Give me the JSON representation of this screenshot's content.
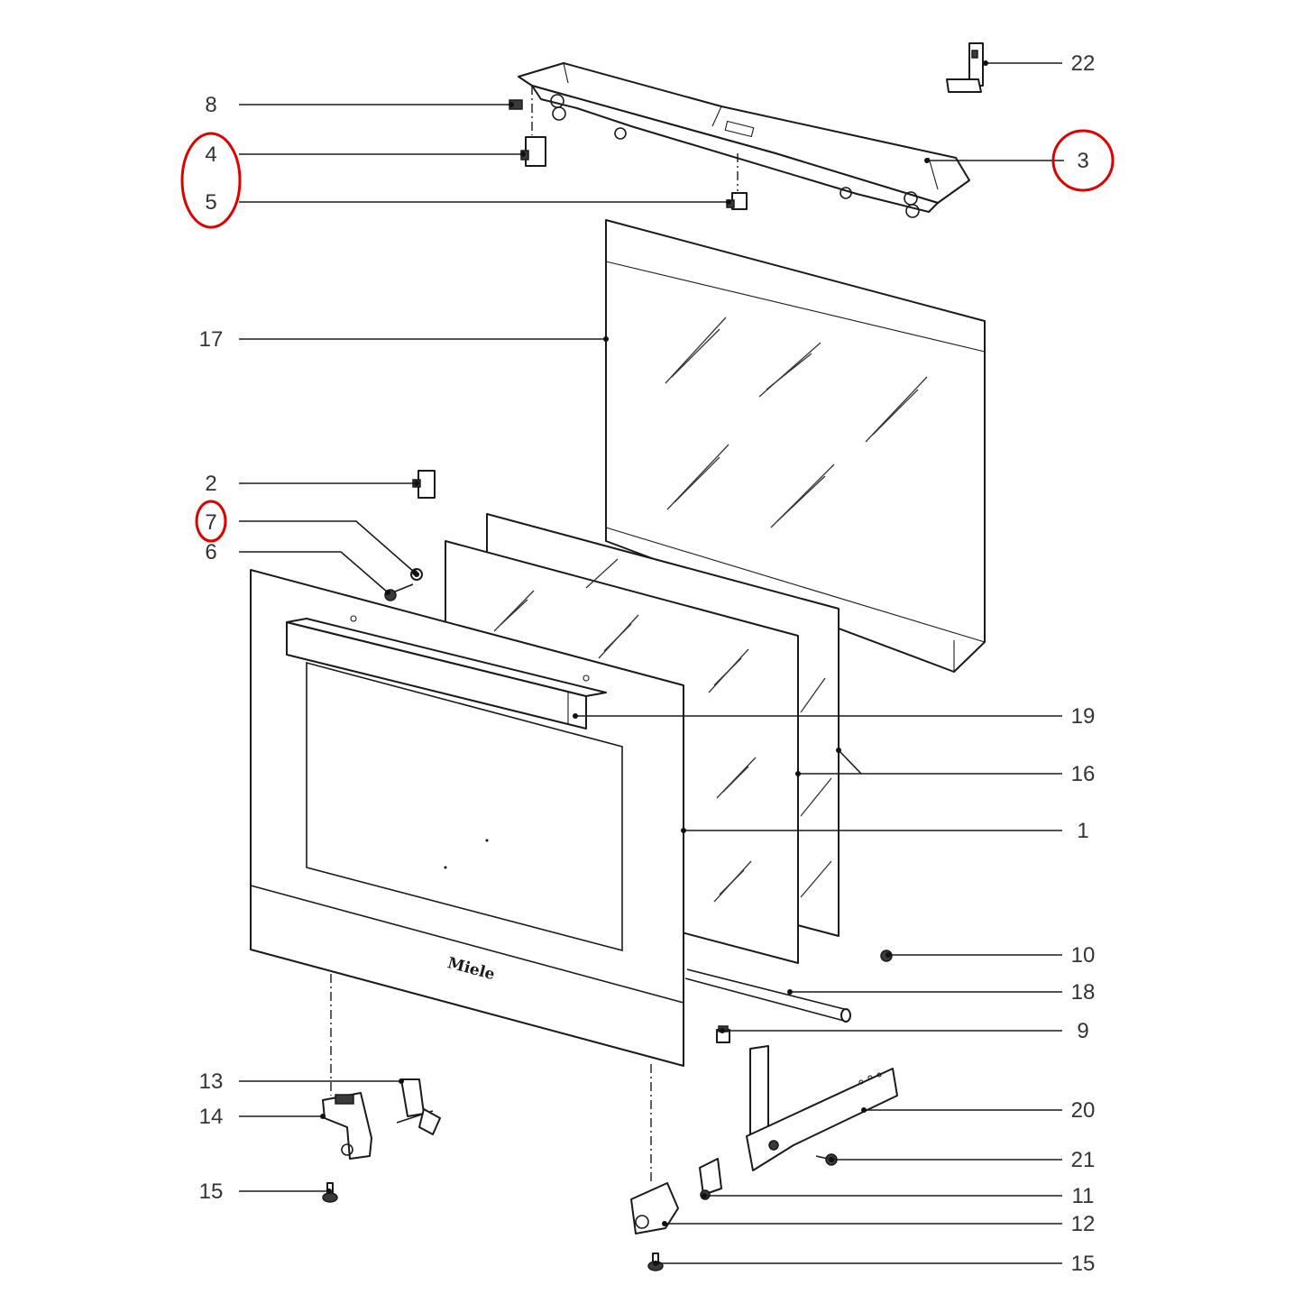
{
  "diagram": {
    "brand_mark": "Miele",
    "callouts": [
      "1",
      "2",
      "3",
      "4",
      "5",
      "6",
      "7",
      "8",
      "9",
      "10",
      "11",
      "12",
      "13",
      "14",
      "15",
      "15",
      "16",
      "17",
      "18",
      "19",
      "20",
      "21",
      "22"
    ],
    "highlighted_callouts": [
      "3",
      "4",
      "5",
      "7"
    ],
    "highlight_color": "#e00000"
  }
}
